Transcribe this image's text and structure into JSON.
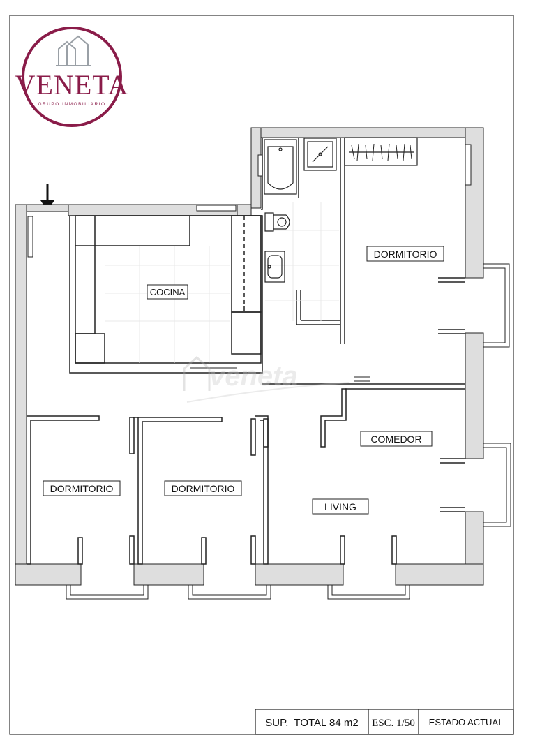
{
  "logo": {
    "brand": "VENETA",
    "tagline": "GRUPO INMOBILIARIO",
    "color": "#8a1c49"
  },
  "watermark": {
    "text": "veneta"
  },
  "rooms": {
    "cocina": "COCINA",
    "dormitorio_top": "DORMITORIO",
    "dormitorio_left": "DORMITORIO",
    "dormitorio_mid": "DORMITORIO",
    "comedor": "COMEDOR",
    "living": "LIVING"
  },
  "title_block": {
    "surface": "SUP.  TOTAL 84 m2",
    "scale": "ESC. 1/50",
    "state": "ESTADO ACTUAL"
  },
  "colors": {
    "wall_fill": "#dedede",
    "line": "#222222"
  },
  "icons": [
    "entrance-arrow-icon",
    "bathtub-icon",
    "shower-icon",
    "toilet-icon",
    "sink-icon",
    "wardrobe-icon"
  ]
}
